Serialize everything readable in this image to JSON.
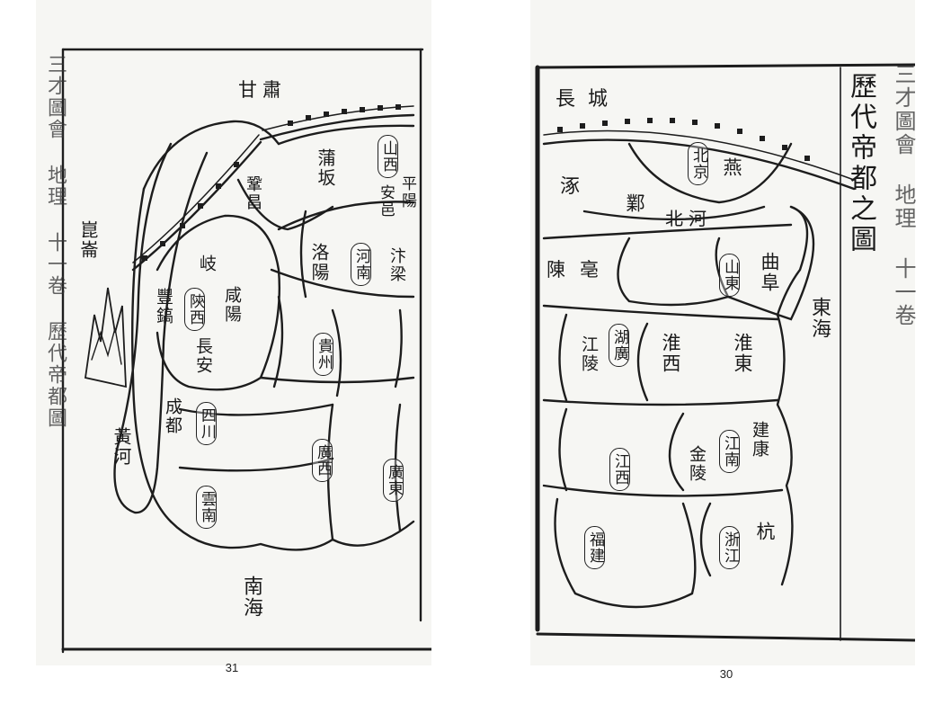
{
  "left_page": {
    "margin_title": "三才圖會 地理 十一卷 歷代帝都圖",
    "page_number": "31",
    "labels": {
      "gansu": "甘肅",
      "kunlun": "崑崙",
      "huanghe": "黃河",
      "nanhai": "南海",
      "gongchang": "鞏昌",
      "puban": "蒲坂",
      "pingyang": "平陽",
      "anyi": "安邑",
      "luoyang": "洛陽",
      "bianliang": "汴梁",
      "qi": "岐",
      "xianyang": "咸陽",
      "fenghao": "豐鎬",
      "changan": "長安",
      "chengdu": "成都"
    },
    "provinces": {
      "shanxi": "山西",
      "henan": "河南",
      "shaanxi": "陝西",
      "guizhou": "貴州",
      "sichuan": "四川",
      "guangxi": "廣西",
      "guangdong": "廣東",
      "yunnan": "雲南"
    }
  },
  "right_page": {
    "title": "歷代帝都之圖",
    "margin_title": "三才圖會 地理 十一卷",
    "page_number": "30",
    "labels": {
      "changcheng": "長城",
      "zhuo": "涿",
      "yan": "燕",
      "ye": "鄴",
      "beihe": "北河",
      "qufu": "曲阜",
      "chen": "陳",
      "bo": "亳",
      "donghai": "東海",
      "jiangling": "江陵",
      "huaixi": "淮西",
      "huaidong": "淮東",
      "jinling": "金陵",
      "jiankang": "建康",
      "hang": "杭"
    },
    "provinces": {
      "beijing": "北京",
      "shandong": "山東",
      "huguang": "湖廣",
      "jiangxi": "江西",
      "jiangnan": "江南",
      "fujian": "福建",
      "zhejiang": "浙江"
    }
  }
}
